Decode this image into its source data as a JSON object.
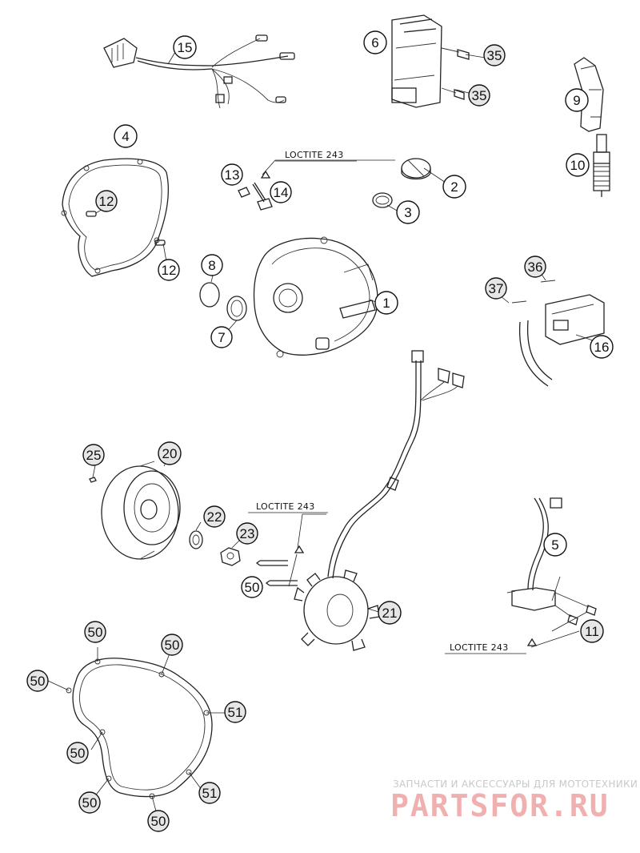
{
  "callouts": [
    "15",
    "6",
    "35",
    "35",
    "9",
    "10",
    "4",
    "13",
    "14",
    "2",
    "3",
    "12",
    "12",
    "8",
    "7",
    "1",
    "36",
    "37",
    "16",
    "25",
    "20",
    "22",
    "23",
    "50",
    "21",
    "5",
    "11",
    "50",
    "50",
    "50",
    "51",
    "50",
    "50",
    "51",
    "50"
  ],
  "notes": [
    "LOCTITE 243",
    "LOCTITE 243",
    "LOCTITE 243"
  ],
  "watermark": {
    "caption": "ЗАПЧАСТИ И АКСЕССУАРЫ ДЛЯ МОТОТЕХНИКИ",
    "brand": "PARTSFOR.RU",
    "brand_color": "#f1b0b0"
  }
}
